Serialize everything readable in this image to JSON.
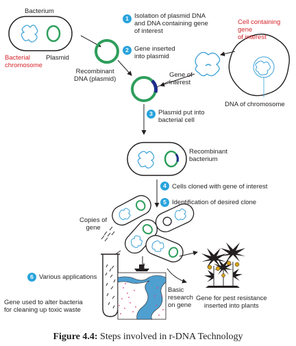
{
  "labels": {
    "bacterium": "Bacterium",
    "bacterial_chromosome": "Bacterial\nchromosome",
    "plasmid": "Plasmid",
    "recombinant_dna": "Recombinant\nDNA (plasmid)",
    "gene_of_interest": "Gene of\ninterest",
    "cell_containing_gene": "Cell containing gene\nof interest",
    "dna_of_chromosome": "DNA of chromosome",
    "recombinant_bacterium": "Recombinant\nbacterium",
    "copies_of_gene": "Copies of\ngene",
    "basic_research": "Basic\nresearch\non gene",
    "gene_for_pest": "Gene for pest resistance\ninserted into plants",
    "gene_toxic_waste": "Gene used to alter bacteria\nfor cleaning up toxic waste"
  },
  "steps": [
    {
      "number": "1",
      "text": "Isolation of plasmid DNA\nand DNA containing gene\nof interest"
    },
    {
      "number": "2",
      "text": "Gene inserted\ninto plasmid"
    },
    {
      "number": "3",
      "text": "Plasmid put into\nbacterial cell"
    },
    {
      "number": "4",
      "text": "Cells cloned with gene of interest"
    },
    {
      "number": "5",
      "text": "Identification of desired clone"
    },
    {
      "number": "6",
      "text": "Various applications"
    }
  ],
  "caption": {
    "label": "Figure 4.4:",
    "text": "Steps involved in r-DNA Technology"
  },
  "colors": {
    "step_badge": "#29a3dc",
    "label_red": "#d6262c",
    "plasmid_green": "#2e9e5b",
    "dna_blue": "#3aa0d8",
    "gene_navy": "#1f2d8a",
    "water_blue": "#4f9fd0",
    "toxic_pink": "#e0408a"
  }
}
